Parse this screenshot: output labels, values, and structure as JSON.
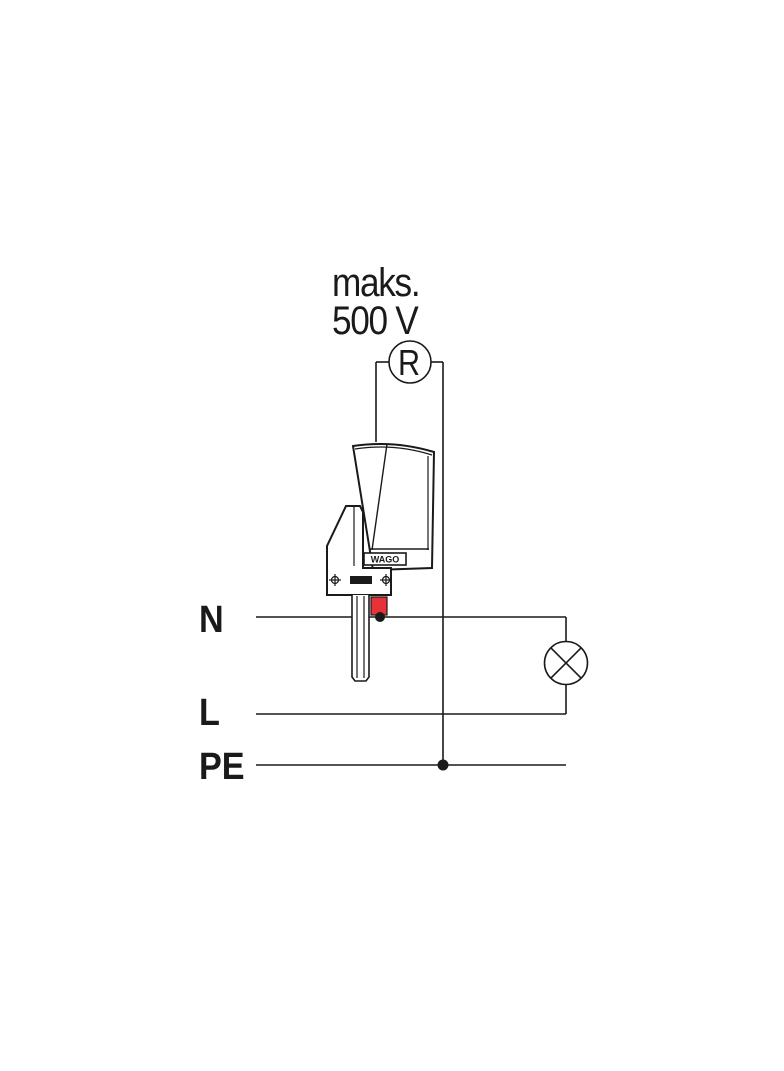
{
  "diagram": {
    "type": "electrical-wiring-schematic",
    "voltage_label": {
      "line1": "maks.",
      "line2": "500 V"
    },
    "meter_symbol": "R",
    "rails": [
      {
        "id": "N",
        "label": "N"
      },
      {
        "id": "L",
        "label": "L"
      },
      {
        "id": "PE",
        "label": "PE"
      }
    ],
    "device": {
      "brand_label": "WAGO",
      "type": "test-plug-connector",
      "accent_color": "#e8323a"
    },
    "load_symbol": "lamp",
    "colors": {
      "line": "#1a1a1a",
      "background": "#ffffff",
      "accent": "#e8323a"
    }
  }
}
